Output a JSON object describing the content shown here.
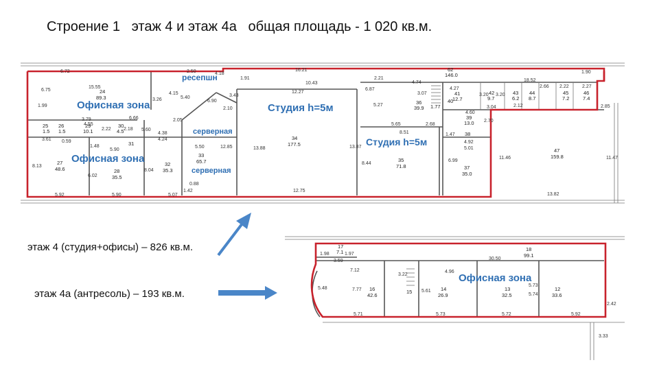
{
  "header": {
    "title": "Строение 1   этаж 4 и этаж 4а   общая площадь - 1 020 кв.м."
  },
  "legend": {
    "floor4": "этаж 4 (студия+офисы) – 826 кв.м.",
    "floor4a": "этаж 4а (антресоль) – 193 кв.м."
  },
  "colors": {
    "boundary": "#c8222c",
    "zone_label": "#2f6fb3",
    "arrow": "#4a86c8"
  },
  "floor4": {
    "zones": {
      "office_1": "Офисная зона",
      "office_2": "Офисная зона",
      "reception": "ресепшн",
      "server_1": "серверная",
      "server_2": "серверная",
      "studio_1": "Студия h=5м",
      "studio_2": "Студия h=5м"
    },
    "rooms": {
      "r24": [
        "24",
        "89.3"
      ],
      "r25": [
        "25",
        "1.5"
      ],
      "r26": [
        "26",
        "1.5"
      ],
      "r27": [
        "27",
        "48.6"
      ],
      "r28": [
        "28",
        "35.5"
      ],
      "r29": [
        "29",
        "10.1"
      ],
      "r30": [
        "30",
        "4.5"
      ],
      "r31": [
        "31",
        ""
      ],
      "r32": [
        "32",
        "35.3"
      ],
      "r33": [
        "33",
        "65.7"
      ],
      "r34": [
        "34",
        "177.5"
      ],
      "r35": [
        "35",
        "71.8"
      ],
      "r36": [
        "36",
        "39.9"
      ],
      "r37": [
        "37",
        "35.0"
      ],
      "r38": [
        "38",
        ""
      ],
      "r39": [
        "39",
        "13.0"
      ],
      "r40": [
        "40",
        "1.77"
      ],
      "r41": [
        "41",
        "12.7"
      ],
      "r42": [
        "42",
        "9.7"
      ],
      "r43": [
        "43",
        "6.2"
      ],
      "r44": [
        "44",
        "8.7"
      ],
      "r45": [
        "45",
        "7.2"
      ],
      "r46": [
        "46",
        "7.4"
      ],
      "r47": [
        "47",
        "159.8"
      ],
      "r62": [
        "62",
        "146.0"
      ]
    },
    "dims": [
      "6.72",
      "2.50",
      "4.18",
      "16.21",
      "18.52",
      "1.90",
      "15.55",
      "1.91",
      "10.43",
      "12.27",
      "6.87",
      "4.74",
      "2.21",
      "3.07",
      "4.27",
      "3.20",
      "3.20",
      "2.66",
      "2.22",
      "2.27",
      "6.75",
      "1.99",
      "5.40",
      "4.15",
      "3.26",
      "6.90",
      "3.43",
      "2.10",
      "5.27",
      "3.04",
      "2.12",
      "2.85",
      "3.79",
      "6.66",
      "4.55",
      "2.05",
      "4.60",
      "5.65",
      "2.68",
      "8.51",
      "2.70",
      "3.61",
      "0.59",
      "2.22",
      "2.18",
      "5.60",
      "4.38",
      "4.24",
      "1.48",
      "5.90",
      "5.50",
      "12.85",
      "13.88",
      "13.87",
      "8.44",
      "4.92",
      "5.01",
      "6.99",
      "11.46",
      "11.47",
      "8.13",
      "6.02",
      "8.04",
      "0.88",
      "1.42",
      "12.75",
      "13.82",
      "5.92",
      "5.90",
      "5.07",
      "1.47"
    ]
  },
  "floor4a": {
    "zone": "Офисная зона",
    "rooms": {
      "r12": [
        "12",
        "33.6"
      ],
      "r13": [
        "13",
        "32.5"
      ],
      "r14": [
        "14",
        "26.9"
      ],
      "r15": [
        "15",
        ""
      ],
      "r16": [
        "16",
        "42.6"
      ],
      "r17": [
        "17",
        "7.1"
      ],
      "r18": [
        "18",
        "99.1"
      ]
    },
    "dims": [
      "1.98",
      "1.97",
      "3.59",
      "7.12",
      "30.50",
      "4.96",
      "3.22",
      "5.48",
      "7.77",
      "5.61",
      "5.73",
      "5.74",
      "2.42",
      "5.71",
      "5.73",
      "5.72",
      "5.92",
      "3.33"
    ]
  }
}
